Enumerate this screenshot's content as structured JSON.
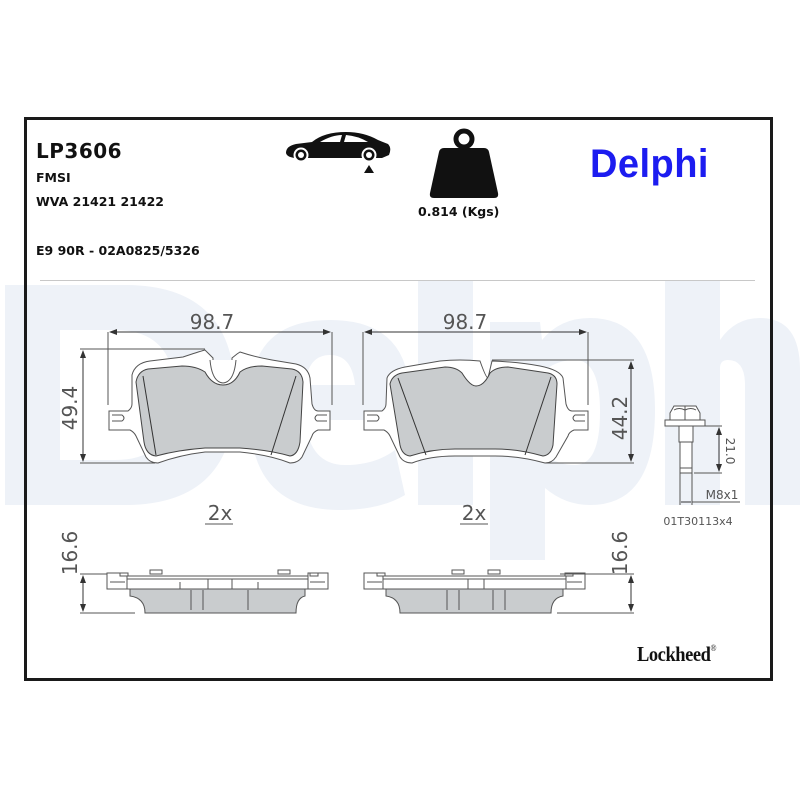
{
  "product": {
    "part_number": "LP3606",
    "fmsi_label": "FMSI",
    "wva_line": "WVA 21421 21422",
    "approval": "E9 90R - 02A0825/5326",
    "weight": "0.814 (Kgs)",
    "axle_icon": "car-rear-axle-icon",
    "weight_icon": "weight-icon"
  },
  "brands": {
    "primary": "Delphi",
    "primary_color": "#1c1cf0",
    "secondary": "Lockheed",
    "secondary_mark": "®",
    "watermark_text": "Delphi",
    "watermark_color": "#eef2f8"
  },
  "drawing": {
    "pad_left": {
      "width_label": "98.7",
      "height_label": "49.4",
      "quantity": "2x",
      "thickness_label": "16.6"
    },
    "pad_right": {
      "width_label": "98.7",
      "height_label": "44.2",
      "quantity": "2x",
      "thickness_label": "16.6"
    },
    "bolt": {
      "length_label": "21.0",
      "thread_label": "M8x1",
      "part_label": "01T30113x4"
    },
    "colors": {
      "pad_fill": "#c9ccce",
      "line": "#555555"
    }
  }
}
